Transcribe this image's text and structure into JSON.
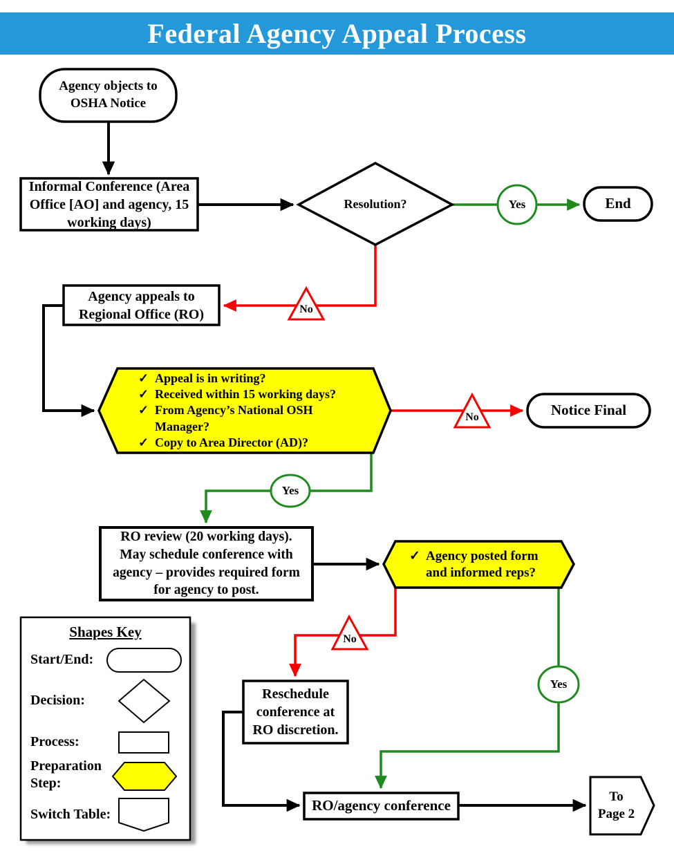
{
  "header": {
    "title": "Federal Agency Appeal Process",
    "banner_color": "#2598DA"
  },
  "icons": {
    "check": "✓"
  },
  "edges": {
    "yes": "Yes",
    "no": "No"
  },
  "colors": {
    "banner_blue": "#2598DA",
    "prep_yellow": "#FFFF00",
    "path_red": "#F70000",
    "path_green": "#1F8B1F",
    "shape_stroke": "#000000"
  },
  "nodes": {
    "start": {
      "text": "Agency objects to\nOSHA Notice"
    },
    "informal": {
      "text": "Informal Conference (Area\nOffice [AO] and agency, 15\nworking days)"
    },
    "resolution": {
      "label": "Resolution?"
    },
    "end": {
      "label": "End"
    },
    "appeal_ro": {
      "text": "Agency appeals to\nRegional Office (RO)"
    },
    "prep1": {
      "items": [
        "Appeal is in writing?",
        "Received within 15 working days?",
        "From Agency’s National OSH Manager?",
        "Copy to Area Director (AD)?"
      ]
    },
    "notice_final": {
      "label": "Notice Final"
    },
    "ro_review": {
      "text": "RO review (20 working days).\nMay schedule conference with\nagency – provides required form\nfor agency to post."
    },
    "prep2": {
      "items": [
        "Agency posted form and informed reps?"
      ]
    },
    "reschedule": {
      "text": "Reschedule\nconference at\nRO discretion."
    },
    "conference": {
      "label": "RO/agency conference"
    },
    "to_page2": {
      "text": "To\nPage 2"
    }
  },
  "legend": {
    "title": "Shapes Key",
    "rows": [
      {
        "label": "Start/End:"
      },
      {
        "label": "Decision:"
      },
      {
        "label": "Process:"
      },
      {
        "label": "Preparation\nStep:"
      },
      {
        "label": "Switch Table:"
      }
    ]
  }
}
